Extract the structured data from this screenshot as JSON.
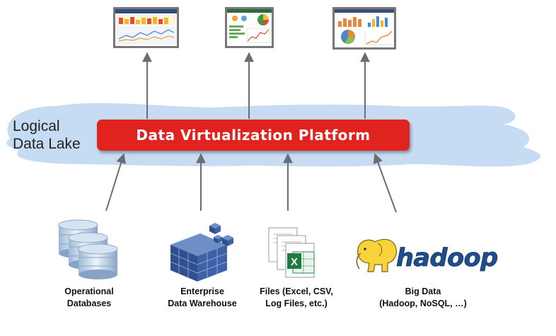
{
  "lake": {
    "line1": "Logical",
    "line2": "Data Lake"
  },
  "platform": {
    "label": "Data Virtualization Platform"
  },
  "sources": [
    {
      "line1": "Operational",
      "line2": "Databases",
      "icon": "database-stack-icon"
    },
    {
      "line1": "Enterprise",
      "line2": "Data Warehouse",
      "icon": "data-cube-icon"
    },
    {
      "line1": "Files (Excel, CSV,",
      "line2": "Log Files, etc.)",
      "icon": "files-excel-icon"
    },
    {
      "line1": "Big Data",
      "line2": "(Hadoop, NoSQL, …)",
      "icon": "hadoop-logo"
    }
  ],
  "logo": {
    "text": "hadoop"
  },
  "excel_mark": {
    "text": "X"
  },
  "colors": {
    "cloud": "#c5dcf3",
    "platform": "#e0231e",
    "arrow": "#6d6d6d",
    "cube": "#3a5ea0",
    "hadoop_blue": "#1f4e8c",
    "hadoop_yellow": "#f6d43a"
  }
}
